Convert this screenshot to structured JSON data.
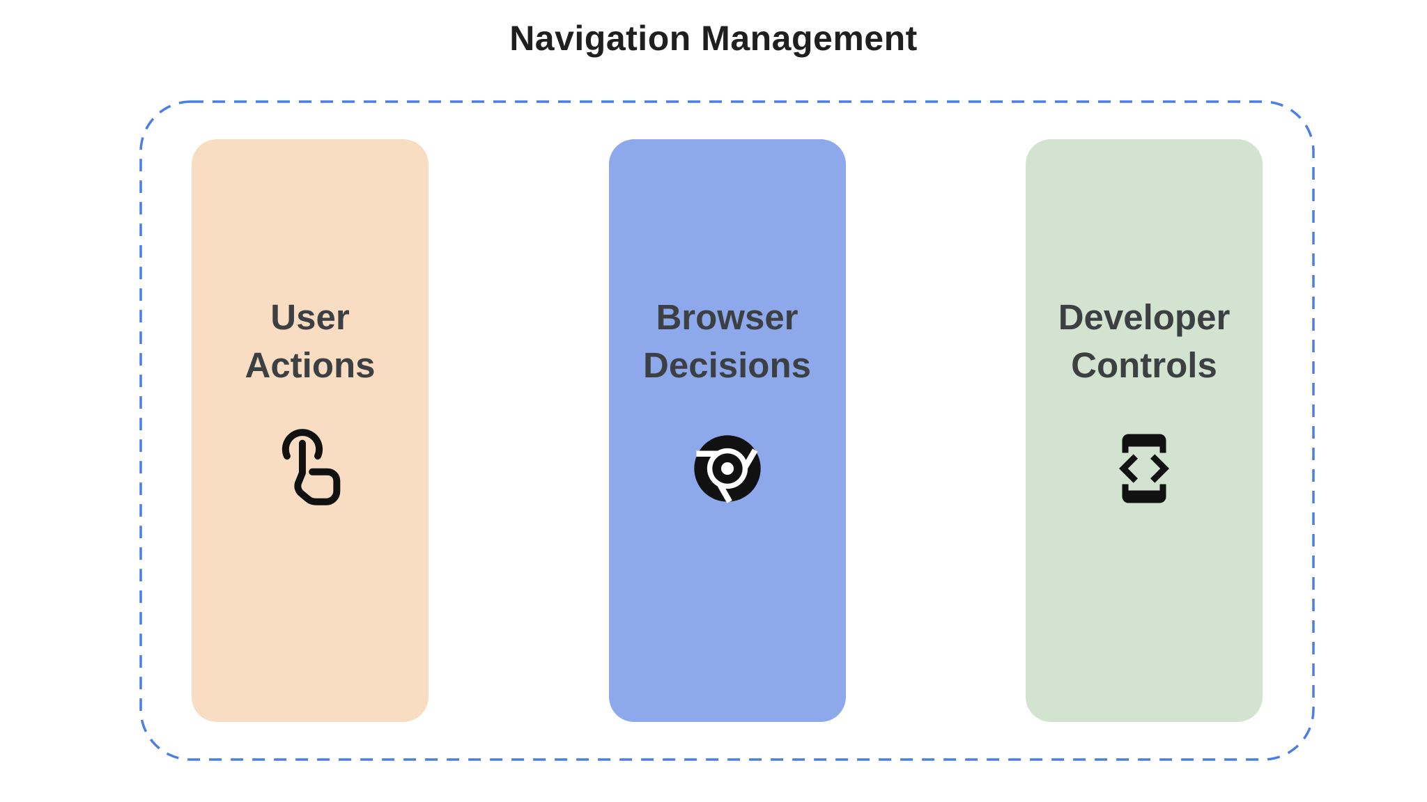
{
  "page": {
    "title": "Navigation Management",
    "title_color": "#1f1f1f",
    "background_color": "#ffffff"
  },
  "group": {
    "border_color": "#4a7ee6",
    "border_style": "dashed"
  },
  "cards": [
    {
      "label_line1": "User",
      "label_line2": "Actions",
      "label": "User Actions",
      "icon": "touch-tap-icon",
      "bg_color": "#f9ddc2",
      "text_color": "#3c4043",
      "icon_color": "#111111"
    },
    {
      "label_line1": "Browser",
      "label_line2": "Decisions",
      "label": "Browser Decisions",
      "icon": "chrome-browser-icon",
      "bg_color": "#8ea8ec",
      "text_color": "#3c4043",
      "icon_color": "#111111"
    },
    {
      "label_line1": "Developer",
      "label_line2": "Controls",
      "label": "Developer Controls",
      "icon": "developer-mode-icon",
      "bg_color": "#d2e4d0",
      "text_color": "#3c4043",
      "icon_color": "#111111"
    }
  ]
}
